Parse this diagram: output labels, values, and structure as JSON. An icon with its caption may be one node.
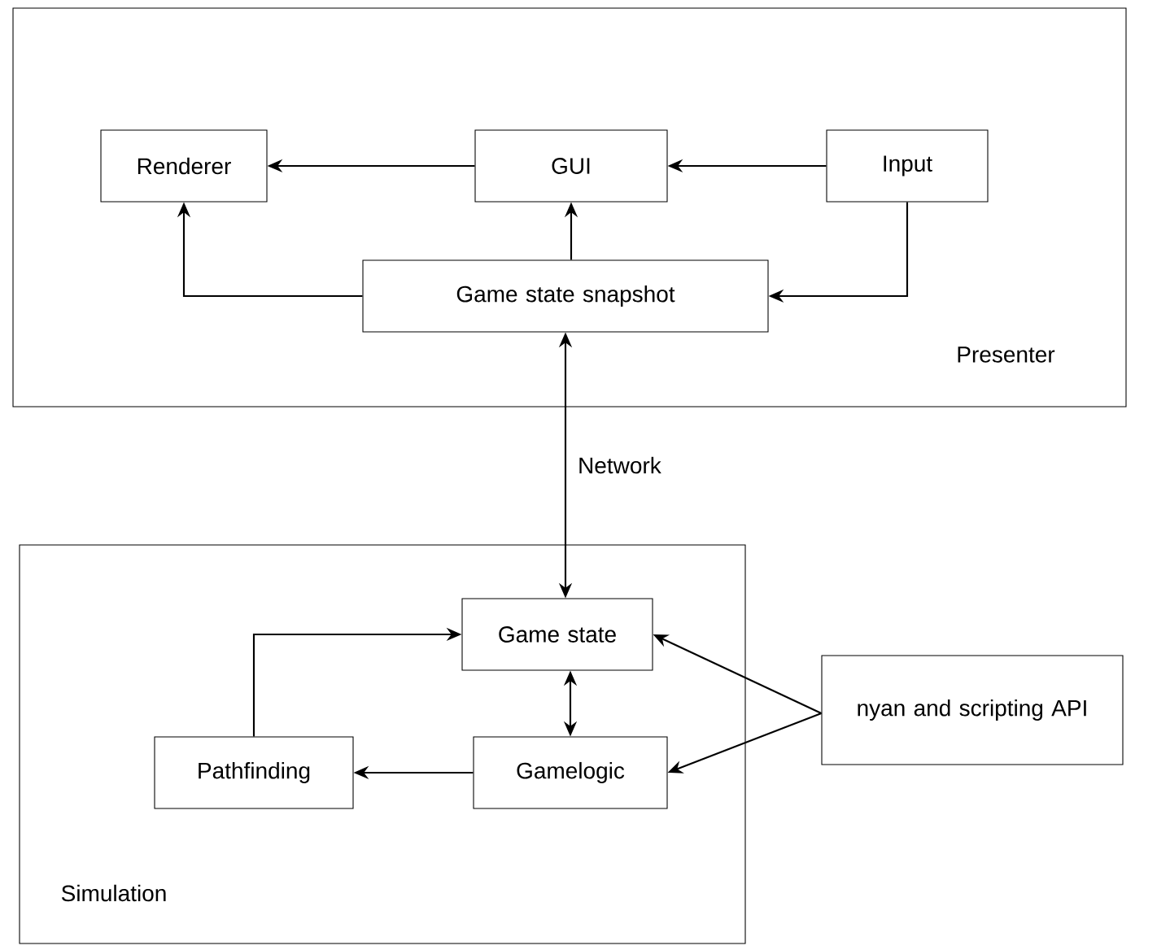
{
  "diagram": {
    "nodes": [
      {
        "text": [
          "Presenter"
        ]
      },
      {
        "text": [
          "Renderer"
        ],
        "in": 0
      },
      {
        "text": [
          "GUI"
        ],
        "in": 0
      },
      {
        "text": [
          "Input"
        ],
        "in": 0
      },
      {
        "text": [
          "Game state snapshot"
        ],
        "in": 0
      },
      {
        "text": [
          "Simulation"
        ]
      },
      {
        "text": [
          "Game state"
        ],
        "in": 5
      },
      {
        "text": [
          "Pathfinding"
        ],
        "in": 5
      },
      {
        "text": [
          "Gamelogic"
        ],
        "in": 5
      },
      {
        "text": [
          "nyan and scripting API"
        ]
      }
    ],
    "edges": [
      {
        "from": 2,
        "to": 1,
        "arrow": "to"
      },
      {
        "from": 3,
        "to": 2,
        "arrow": "to"
      },
      {
        "from": 4,
        "to": 2,
        "arrow": "to"
      },
      {
        "from": 4,
        "to": 1,
        "arrow": "to"
      },
      {
        "from": 3,
        "to": 4,
        "arrow": "to"
      },
      {
        "from": 4,
        "to": 6,
        "arrow": "both",
        "label": "Network"
      },
      {
        "from": 6,
        "to": 8,
        "arrow": "both"
      },
      {
        "from": 8,
        "to": 7,
        "arrow": "to"
      },
      {
        "from": 7,
        "to": 6,
        "arrow": "to"
      },
      {
        "from": 9,
        "to": 6,
        "arrow": "to"
      },
      {
        "from": 9,
        "to": 8,
        "arrow": "to"
      }
    ]
  }
}
